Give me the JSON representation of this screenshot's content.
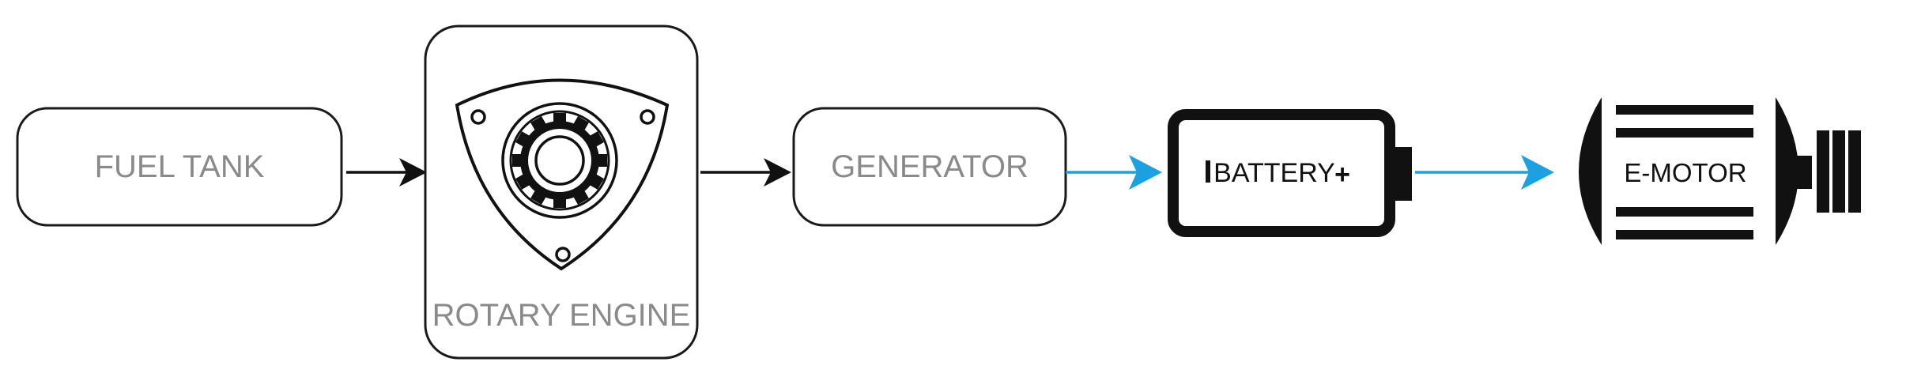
{
  "nodes": {
    "fuel_tank": {
      "label": "FUEL TANK"
    },
    "rotary_engine": {
      "label": "ROTARY ENGINE"
    },
    "generator": {
      "label": "GENERATOR"
    },
    "battery": {
      "label": "BATTERY",
      "minus": "I",
      "plus": "+"
    },
    "e_motor": {
      "label": "E-MOTOR"
    }
  },
  "colors": {
    "box_stroke": "#1a1a1a",
    "label_gray": "#8a8a8a",
    "arrow_black": "#111111",
    "arrow_blue": "#1ba1e2",
    "icon_black": "#111111"
  },
  "icons": {
    "engine": "rotary-engine-icon",
    "battery": "battery-icon",
    "motor": "electric-motor-icon"
  }
}
